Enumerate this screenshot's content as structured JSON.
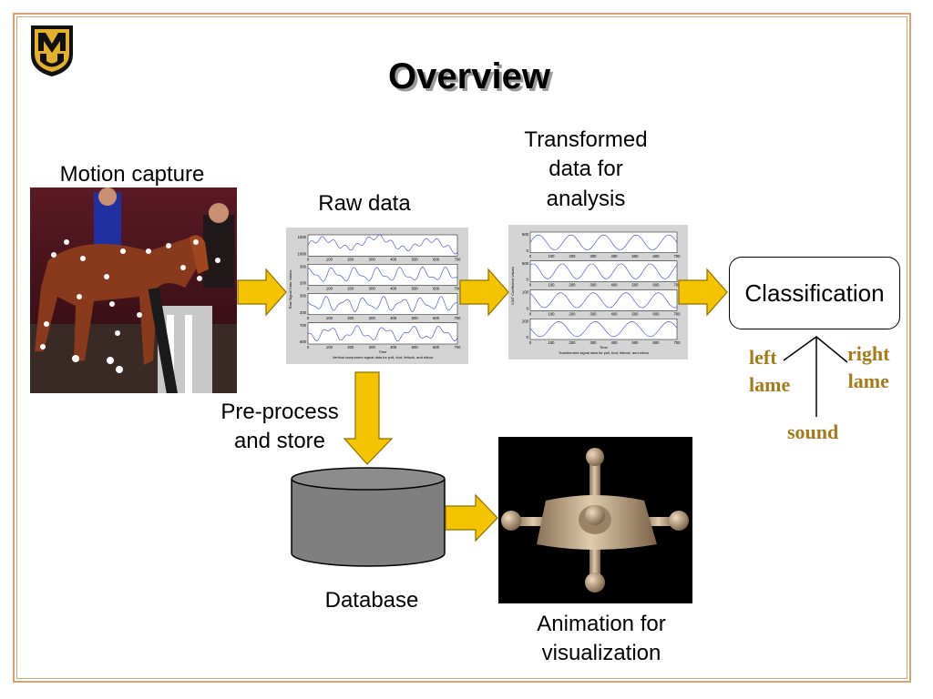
{
  "slide": {
    "title": "Overview",
    "logo_letters": "MU"
  },
  "labels": {
    "motion_capture": "Motion capture",
    "raw_data": "Raw data",
    "transformed_l1": "Transformed",
    "transformed_l2": "data for",
    "transformed_l3": "analysis",
    "classification": "Classification",
    "preprocess_l1": "Pre-process",
    "preprocess_l2": "and store",
    "database": "Database",
    "animation_l1": "Animation for",
    "animation_l2": "visualization"
  },
  "classes": {
    "left_l1": "left",
    "left_l2": "lame",
    "right_l1": "right",
    "right_l2": "lame",
    "sound": "sound"
  },
  "raw_plot": {
    "ylabel": "Raw Signal Data Values",
    "xlabel": "Time",
    "caption": "Vertical component signal data for poll, foot, fetlock, and elbow",
    "xticks": [
      "0",
      "100",
      "200",
      "300",
      "400",
      "500",
      "600",
      "700"
    ],
    "panel_yticks": [
      [
        "1500",
        "1000"
      ],
      [
        "300",
        "200"
      ],
      [
        "300",
        "200"
      ],
      [
        "700",
        "600"
      ]
    ]
  },
  "trans_plot": {
    "ylabel": "CWT Coefficient Values",
    "xlabel": "Time",
    "caption": "Transformed signal data for poll, foot, fetlock, and elbow",
    "xticks": [
      "0",
      "100",
      "200",
      "300",
      "400",
      "500",
      "600",
      "700"
    ],
    "panel_yticks": [
      [
        "500",
        "0"
      ],
      [
        "500",
        "0"
      ],
      [
        "100",
        "0"
      ],
      [
        "200",
        "0"
      ]
    ]
  },
  "colors": {
    "arrow_fill": "#f5c400",
    "arrow_stroke": "#8a7000",
    "gold_text": "#a47a1a",
    "border": "#d4a373",
    "database": "#7f7f7f",
    "signal": "#3040d8"
  }
}
